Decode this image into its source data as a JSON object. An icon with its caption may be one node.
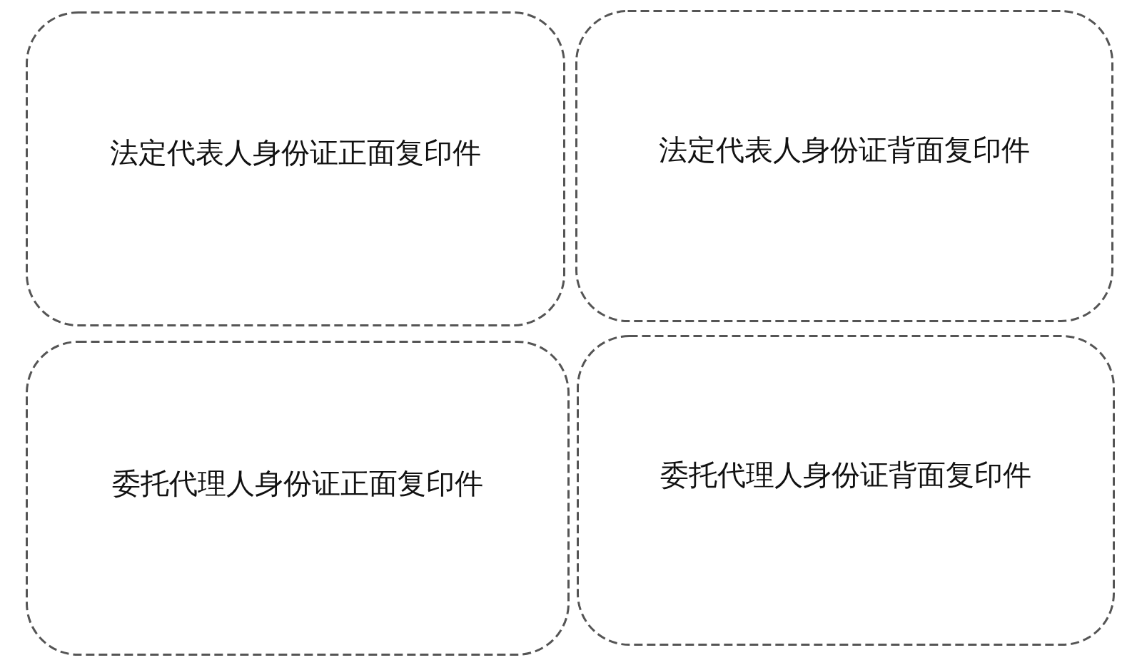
{
  "diagram": {
    "nodes": [
      {
        "text": [
          "法定代表人身份证正面复印件"
        ]
      },
      {
        "text": [
          "法定代表人身份证背面复印件"
        ]
      },
      {
        "text": [
          "委托代理人身份证正面复印件"
        ]
      },
      {
        "text": [
          "委托代理人身份证背面复印件"
        ]
      }
    ]
  }
}
